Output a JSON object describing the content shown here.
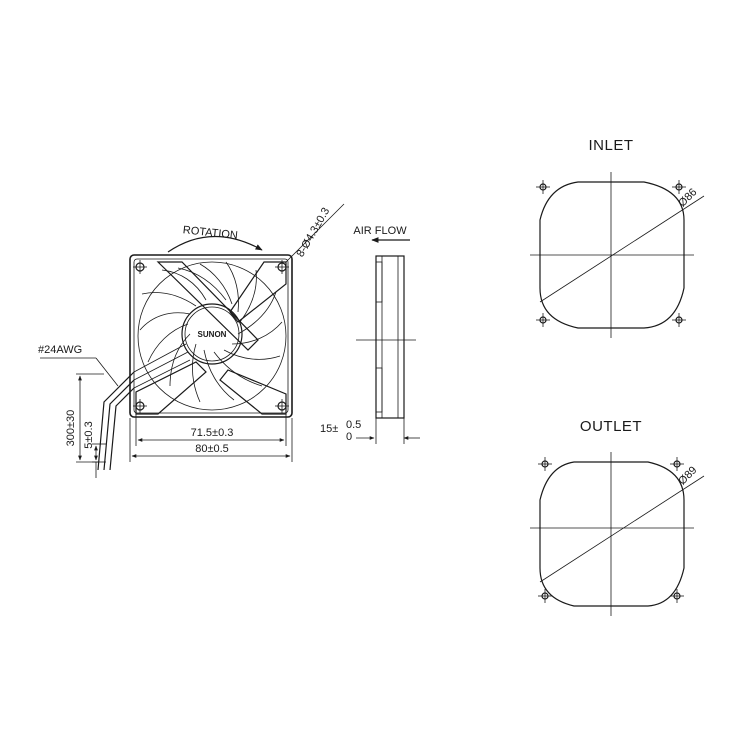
{
  "front_view": {
    "rotation_label": "ROTATION",
    "hole_label": "8-Ø4.3±0.3",
    "brand": "SUNON",
    "wire_gauge": "#24AWG",
    "inner_width": "71.5±0.3",
    "outer_width": "80±0.5",
    "lead_length": "300±30",
    "strip_length": "5±0.3"
  },
  "side_view": {
    "airflow_label": "AIR FLOW",
    "thickness_main": "15±",
    "thickness_upper": "0.5",
    "thickness_lower": "0"
  },
  "inlet_view": {
    "title": "INLET",
    "diameter": "Ø86"
  },
  "outlet_view": {
    "title": "OUTLET",
    "diameter": "Ø89"
  }
}
